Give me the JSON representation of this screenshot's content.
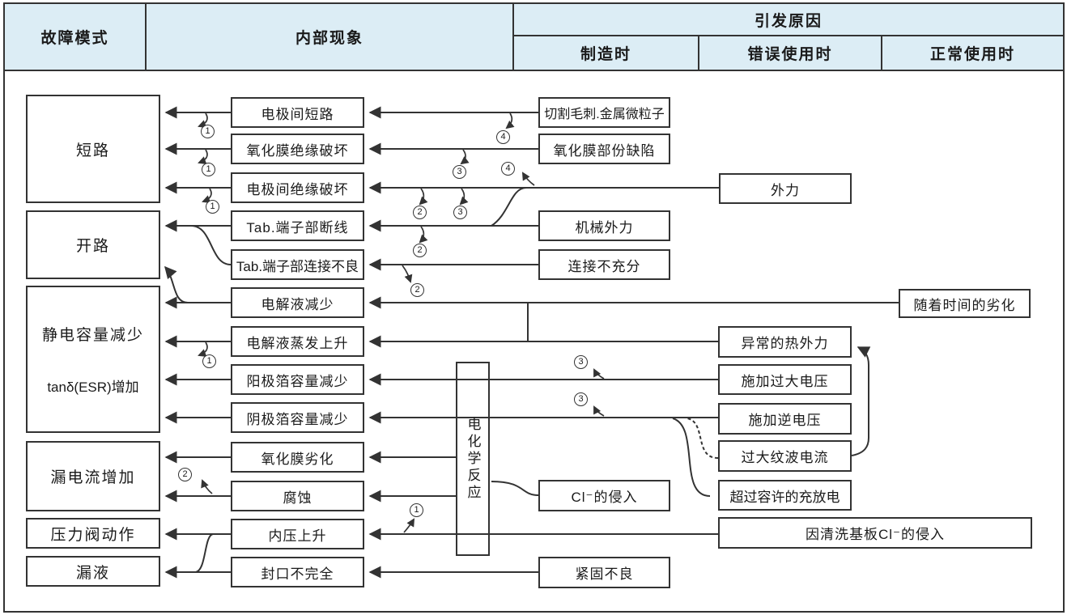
{
  "header": {
    "col_fault_mode": "故障模式",
    "col_internal": "内部现象",
    "col_cause": "引发原因",
    "sub_manufacturing": "制造时",
    "sub_misuse": "错误使用时",
    "sub_normal_use": "正常使用时"
  },
  "fault_modes": {
    "short_circuit": "短路",
    "open_circuit": "开路",
    "capacitance_line1": "静电容量减少",
    "capacitance_line2": "tanδ(ESR)增加",
    "leakage_current_up": "漏电流增加",
    "pressure_valve": "压力阀动作",
    "liquid_leak": "漏液"
  },
  "internal_phenomena": {
    "electrode_short": "电极间短路",
    "oxide_insulation_break": "氧化膜绝缘破坏",
    "electrode_insulation_break": "电极间绝缘破坏",
    "tab_terminal_break": "Tab.端子部断线",
    "tab_terminal_poor_connection": "Tab.端子部连接不良",
    "electrolyte_decrease": "电解液减少",
    "electrolyte_evaporation": "电解液蒸发上升",
    "anode_foil_capacity_down": "阳极箔容量减少",
    "cathode_foil_capacity_down": "阴极箔容量减少",
    "oxide_film_degradation": "氧化膜劣化",
    "corrosion": "腐蚀",
    "internal_pressure_up": "内压上升",
    "incomplete_sealing": "封口不完全",
    "electrochemical_reaction": "电化学反应"
  },
  "manufacturing_causes": {
    "cutting_burr_metal_particles": "切割毛刺.金属微粒子",
    "oxide_film_partial_defect": "氧化膜部份缺陷",
    "mechanical_force": "机械外力",
    "insufficient_connection": "连接不充分",
    "cl_ingress": "Cl⁻的侵入",
    "poor_tightening": "紧固不良"
  },
  "misuse_causes": {
    "external_force": "外力",
    "abnormal_heat": "异常的热外力",
    "excessive_voltage": "施加过大电压",
    "reverse_voltage": "施加逆电压",
    "excessive_ripple_current": "过大纹波电流",
    "over_allowed_charge_discharge": "超过容许的充放电",
    "board_cleaning_cl_ingress": "因清洗基板Cl⁻的侵入"
  },
  "normal_use_causes": {
    "aging_over_time": "随着时间的劣化"
  },
  "circled_numbers": {
    "n1": "1",
    "n2": "2",
    "n3": "3",
    "n4": "4"
  },
  "colors": {
    "header_background": "#dcedf5",
    "line": "#333333",
    "box_border": "#333333",
    "background": "#ffffff"
  }
}
